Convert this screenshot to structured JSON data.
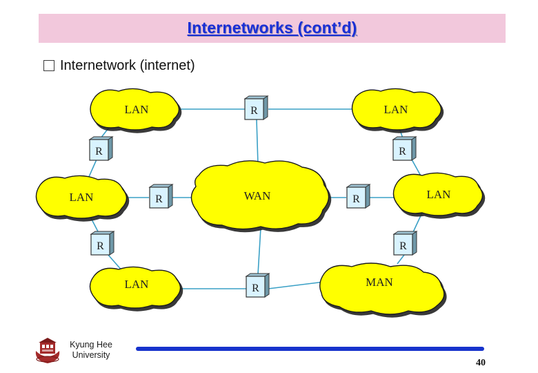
{
  "slide": {
    "title": "Internetworks (cont’d)",
    "bullet": "Internetwork (internet)",
    "university_line1": "Kyung Hee",
    "university_line2": "University",
    "page_number": "40"
  },
  "diagram": {
    "clouds": [
      {
        "id": "lan-top-left",
        "label": "LAN"
      },
      {
        "id": "lan-top-right",
        "label": "LAN"
      },
      {
        "id": "lan-mid-left",
        "label": "LAN"
      },
      {
        "id": "wan-center",
        "label": "WAN"
      },
      {
        "id": "lan-mid-right",
        "label": "LAN"
      },
      {
        "id": "lan-bottom-left",
        "label": "LAN"
      },
      {
        "id": "man-bottom-right",
        "label": "MAN"
      }
    ],
    "router_label": "R",
    "colors": {
      "cloud_fill": "#ffff00",
      "router_face": "#d9f3ff",
      "link": "#3aa0c6",
      "title": "#1a2fd6",
      "title_bar": "#f2c8dc",
      "footer_bar": "#1733cc"
    }
  }
}
